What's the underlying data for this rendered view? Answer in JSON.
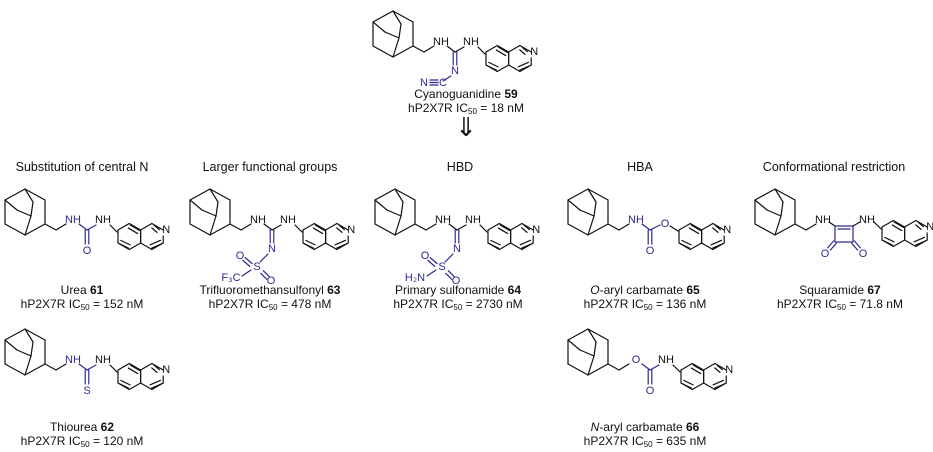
{
  "colors": {
    "ink": "#111111",
    "accent": "#2b2b8f"
  },
  "lead": {
    "name": "Cyanoguanidine",
    "number": "59",
    "activity_prefix": "hP2X7R IC",
    "activity_sub": "50",
    "activity_value": " = 18 nM"
  },
  "arrow": "⇓",
  "categories": [
    "Substitution of central N",
    "Larger functional groups",
    "HBD",
    "HBA",
    "Conformational restriction"
  ],
  "compounds": [
    {
      "pre": "",
      "name_italic": "",
      "name": "Urea ",
      "number": "61",
      "value": " = 152 nM"
    },
    {
      "pre": "",
      "name_italic": "",
      "name": "Trifluoromethansulfonyl ",
      "number": "63",
      "value": " = 478 nM"
    },
    {
      "pre": "",
      "name_italic": "",
      "name": "Primary sulfonamide ",
      "number": "64",
      "value": " = 2730 nM"
    },
    {
      "pre": "",
      "name_italic": "O",
      "name": "-aryl carbamate ",
      "number": "65",
      "value": " = 136 nM"
    },
    {
      "pre": "",
      "name_italic": "",
      "name": "Squaramide ",
      "number": "67",
      "value": " = 71.8 nM"
    },
    {
      "pre": "",
      "name_italic": "",
      "name": "Thiourea ",
      "number": "62",
      "value": " = 120 nM"
    },
    {
      "pre": "",
      "name_italic": "N",
      "name": "-aryl carbamate ",
      "number": "66",
      "value": " = 635 nM"
    }
  ],
  "activity_prefix": "hP2X7R IC",
  "activity_sub": "50",
  "atoms": {
    "NH": "NH",
    "N": "N",
    "O": "O",
    "S": "S",
    "NC": "N",
    "C_cyano": "C",
    "F3C": "F₃C",
    "H2N": "H₂N"
  }
}
